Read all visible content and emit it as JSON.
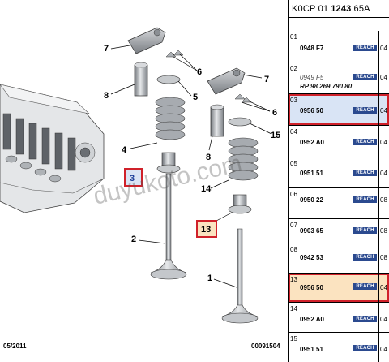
{
  "header": {
    "prefix": "K0CP 01",
    "code": "1243",
    "suffix": "65A"
  },
  "footer": {
    "date": "05/2011",
    "drawing_no": "00091504"
  },
  "watermark": "duyukoto.com",
  "callouts": {
    "c7a": "7",
    "c6a": "6",
    "c8a": "8",
    "c5a": "5",
    "c4": "4",
    "c3": "3",
    "c2": "2",
    "c7b": "7",
    "c6b": "6",
    "c8b": "8",
    "c15": "15",
    "c14": "14",
    "c13": "13",
    "c1": "1"
  },
  "parts": [
    {
      "num": "01",
      "part": "0948 F7",
      "badge": "REACH",
      "qty": "04"
    },
    {
      "num": "02",
      "part": "0949 F5",
      "badge": "REACH",
      "qty": "04",
      "ref": "RP 98 269 790 80"
    },
    {
      "num": "03",
      "part": "0956 50",
      "badge": "REACH",
      "qty": "04"
    },
    {
      "num": "04",
      "part": "0952 A0",
      "badge": "REACH",
      "qty": "04"
    },
    {
      "num": "05",
      "part": "0951 51",
      "badge": "REACH",
      "qty": "04"
    },
    {
      "num": "06",
      "part": "0950 22",
      "badge": "REACH",
      "qty": "08"
    },
    {
      "num": "07",
      "part": "0903 65",
      "badge": "REACH",
      "qty": "08"
    },
    {
      "num": "08",
      "part": "0942 53",
      "badge": "REACH",
      "qty": "08"
    },
    {
      "num": "13",
      "part": "0956 50",
      "badge": "REACH",
      "qty": "04"
    },
    {
      "num": "14",
      "part": "0952 A0",
      "badge": "REACH",
      "qty": "04"
    },
    {
      "num": "15",
      "part": "0951 51",
      "badge": "REACH",
      "qty": "04"
    }
  ],
  "colors": {
    "highlight_border": "#d0212a",
    "highlight_blue": "#d9e4f5",
    "highlight_orange": "#fbe3c0",
    "reach_badge": "#2b4a8f"
  }
}
